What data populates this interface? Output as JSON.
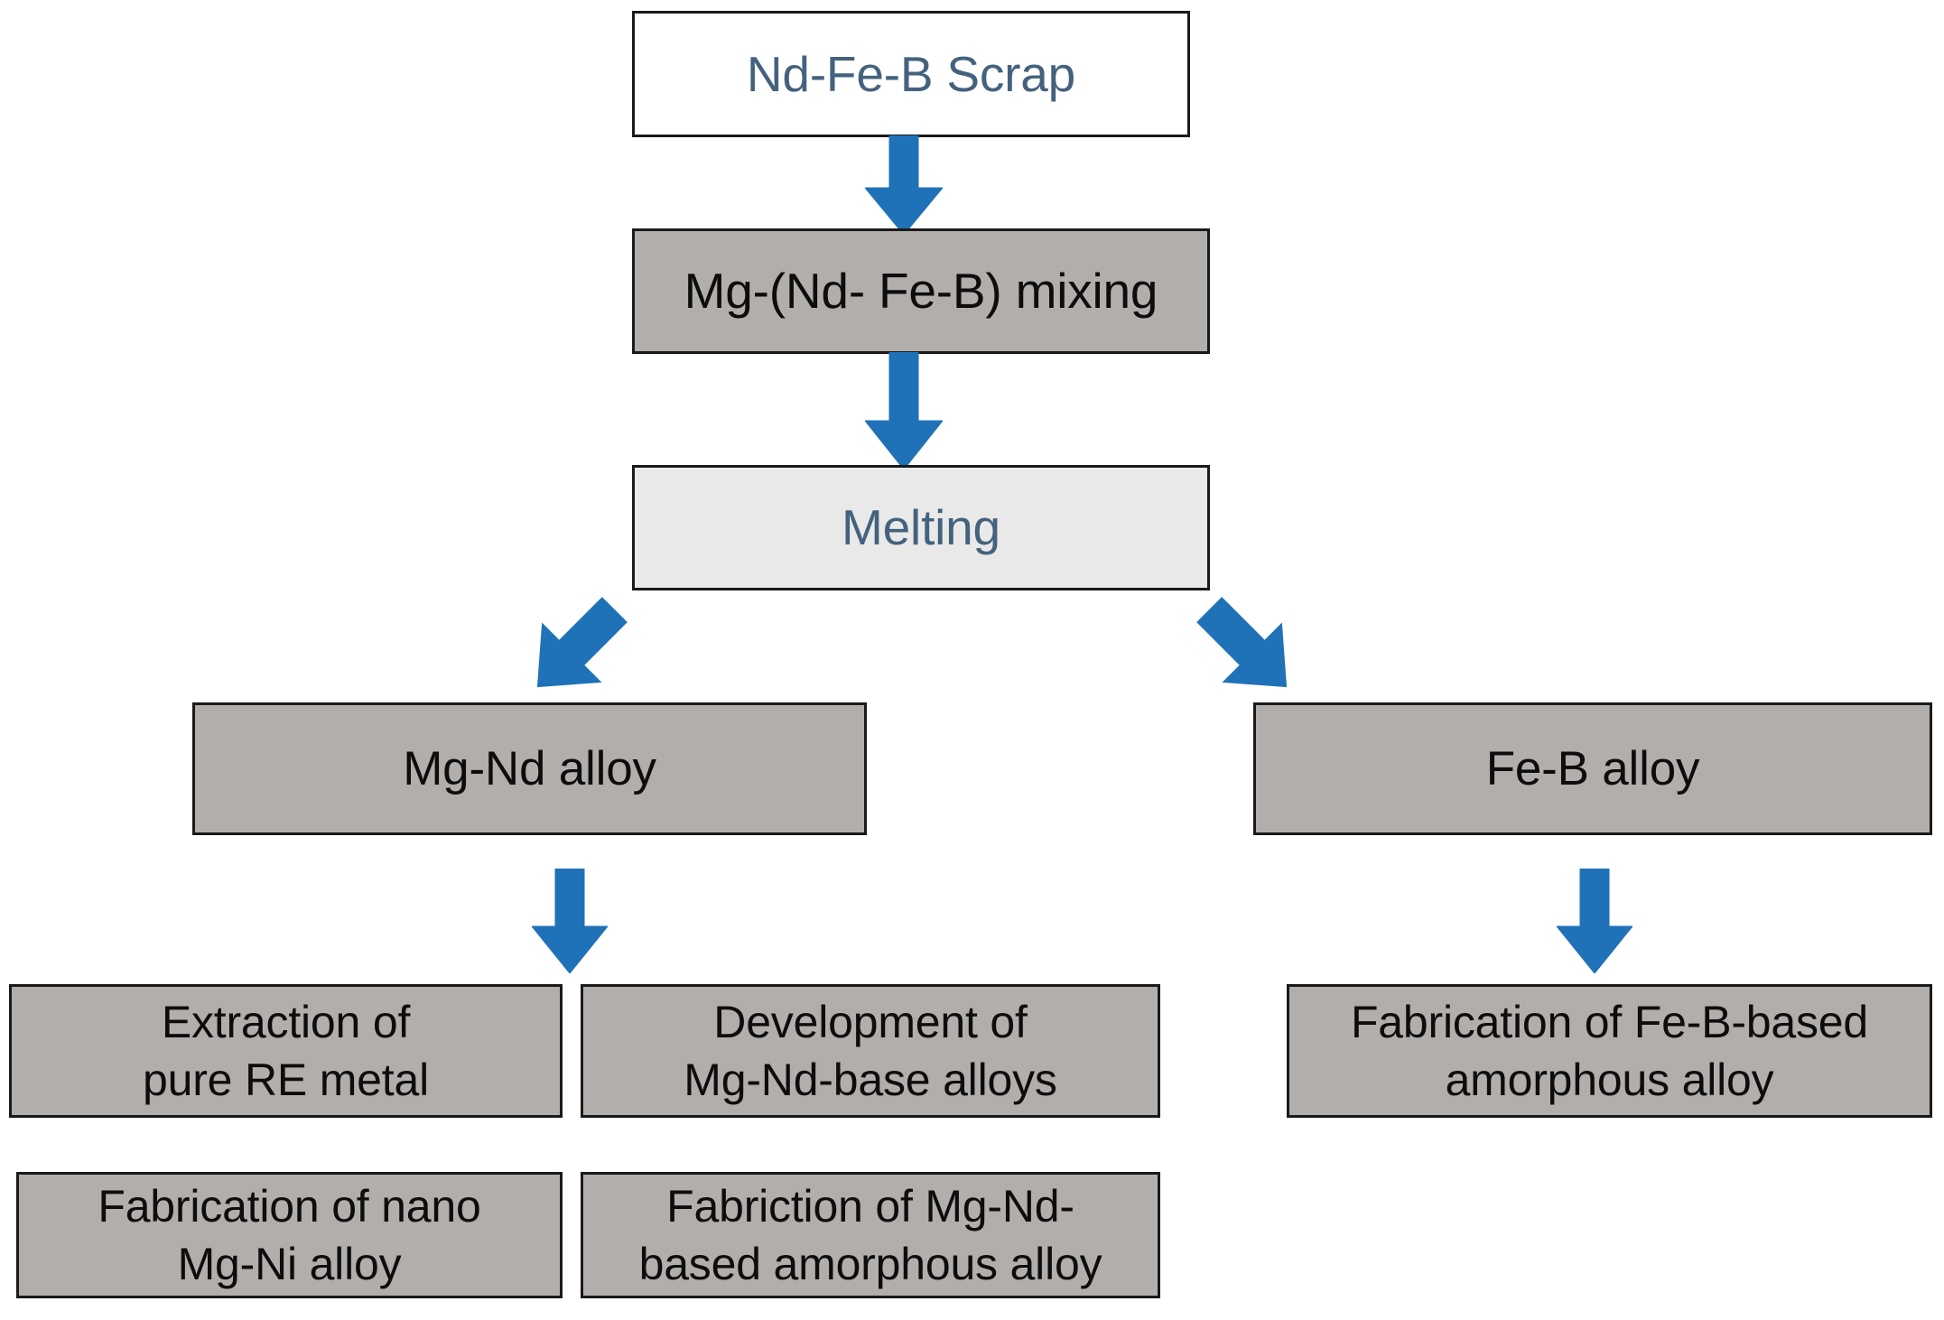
{
  "diagram": {
    "type": "flowchart",
    "title": "Nd-Fe-B scrap recycling process flowchart",
    "colors": {
      "arrow_blue": "#1f72b8",
      "box_gray": "#b2aeac",
      "box_light_gray": "#e9e9e9",
      "box_white": "#ffffff",
      "text_blue_gray": "#44627d",
      "text_black": "#0d0d0d",
      "border_black": "#1a1a1a",
      "page_background": "#ffffff"
    },
    "nodes": {
      "scrap": {
        "label": "Nd-Fe-B Scrap",
        "fill": "white",
        "text_color": "#44627d"
      },
      "mixing": {
        "label": "Mg-(Nd- Fe-B) mixing",
        "fill": "gray",
        "text_color": "#0d0d0d"
      },
      "melting": {
        "label": "Melting",
        "fill": "light-gray",
        "text_color": "#44627d"
      },
      "mg_nd_alloy": {
        "label": "Mg-Nd alloy",
        "fill": "gray",
        "text_color": "#0d0d0d"
      },
      "fe_b_alloy": {
        "label": "Fe-B alloy",
        "fill": "gray",
        "text_color": "#0d0d0d"
      },
      "extraction_re": {
        "label": "Extraction of\npure RE metal",
        "fill": "gray",
        "text_color": "#0d0d0d"
      },
      "development_mgnd": {
        "label": "Development of\nMg-Nd-base alloys",
        "fill": "gray",
        "text_color": "#0d0d0d"
      },
      "fabrication_feb": {
        "label": "Fabrication of Fe-B-based\namorphous alloy",
        "fill": "gray",
        "text_color": "#0d0d0d"
      },
      "fabrication_nano": {
        "label": "Fabrication of nano\nMg-Ni alloy",
        "fill": "gray",
        "text_color": "#0d0d0d"
      },
      "fabriction_amorph": {
        "label": "Fabriction of Mg-Nd-\nbased amorphous alloy",
        "fill": "gray",
        "text_color": "#0d0d0d"
      }
    },
    "edges": [
      {
        "from": "scrap",
        "to": "mixing",
        "direction": "down"
      },
      {
        "from": "mixing",
        "to": "melting",
        "direction": "down"
      },
      {
        "from": "melting",
        "to": "mg_nd_alloy",
        "direction": "down-left"
      },
      {
        "from": "melting",
        "to": "fe_b_alloy",
        "direction": "down-right"
      },
      {
        "from": "mg_nd_alloy",
        "to": "extraction_re",
        "direction": "down"
      },
      {
        "from": "fe_b_alloy",
        "to": "fabrication_feb",
        "direction": "down"
      }
    ]
  }
}
